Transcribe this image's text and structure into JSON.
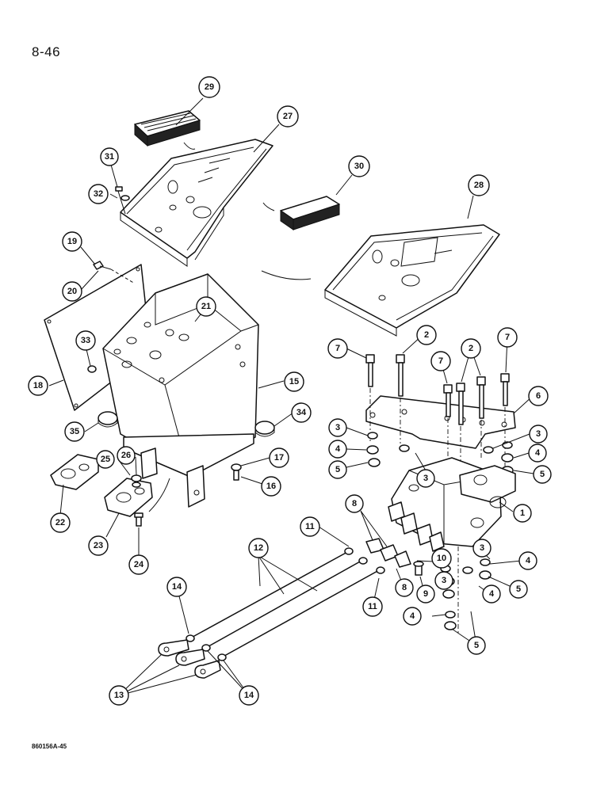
{
  "page_number": "8-46",
  "figure_code": "860156A-45",
  "callouts": [
    {
      "id": "c29",
      "label": "29"
    },
    {
      "id": "c27",
      "label": "27"
    },
    {
      "id": "c31",
      "label": "31"
    },
    {
      "id": "c32",
      "label": "32"
    },
    {
      "id": "c30",
      "label": "30"
    },
    {
      "id": "c28",
      "label": "28"
    },
    {
      "id": "c19",
      "label": "19"
    },
    {
      "id": "c20",
      "label": "20"
    },
    {
      "id": "c21",
      "label": "21"
    },
    {
      "id": "c33",
      "label": "33"
    },
    {
      "id": "c18",
      "label": "18"
    },
    {
      "id": "c15",
      "label": "15"
    },
    {
      "id": "c35",
      "label": "35"
    },
    {
      "id": "c34",
      "label": "34"
    },
    {
      "id": "c25",
      "label": "25"
    },
    {
      "id": "c26",
      "label": "26"
    },
    {
      "id": "c17",
      "label": "17"
    },
    {
      "id": "c16",
      "label": "16"
    },
    {
      "id": "c22",
      "label": "22"
    },
    {
      "id": "c23",
      "label": "23"
    },
    {
      "id": "c24",
      "label": "24"
    },
    {
      "id": "c7a",
      "label": "7"
    },
    {
      "id": "c2a",
      "label": "2"
    },
    {
      "id": "c7b",
      "label": "7"
    },
    {
      "id": "c2b",
      "label": "2"
    },
    {
      "id": "c7c",
      "label": "7"
    },
    {
      "id": "c6",
      "label": "6"
    },
    {
      "id": "c3a",
      "label": "3"
    },
    {
      "id": "c4a",
      "label": "4"
    },
    {
      "id": "c5a",
      "label": "5"
    },
    {
      "id": "c3b",
      "label": "3"
    },
    {
      "id": "c4b",
      "label": "4"
    },
    {
      "id": "c5b",
      "label": "5"
    },
    {
      "id": "c3c",
      "label": "3"
    },
    {
      "id": "c1",
      "label": "1"
    },
    {
      "id": "c8a",
      "label": "8"
    },
    {
      "id": "c11a",
      "label": "11"
    },
    {
      "id": "c12",
      "label": "12"
    },
    {
      "id": "c10",
      "label": "10"
    },
    {
      "id": "c3d",
      "label": "3"
    },
    {
      "id": "c4c",
      "label": "4"
    },
    {
      "id": "c3e",
      "label": "3"
    },
    {
      "id": "c4d",
      "label": "4"
    },
    {
      "id": "c5c",
      "label": "5"
    },
    {
      "id": "c8b",
      "label": "8"
    },
    {
      "id": "c9",
      "label": "9"
    },
    {
      "id": "c11b",
      "label": "11"
    },
    {
      "id": "c4e",
      "label": "4"
    },
    {
      "id": "c5d",
      "label": "5"
    },
    {
      "id": "c14a",
      "label": "14"
    },
    {
      "id": "c13",
      "label": "13"
    },
    {
      "id": "c14b",
      "label": "14"
    }
  ]
}
